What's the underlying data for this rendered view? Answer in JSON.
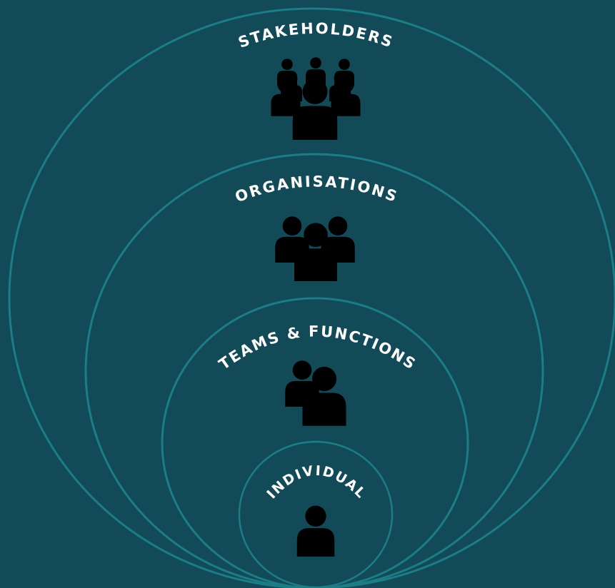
{
  "colors": {
    "background": "#134a58",
    "ring": "#1b7d86",
    "icon": "#22b6bf",
    "label": "#ffffff"
  },
  "levels": [
    {
      "label": "STAKEHOLDERS",
      "icon": "crowd-icon"
    },
    {
      "label": "ORGANISATIONS",
      "icon": "group-of-three-icon"
    },
    {
      "label": "TEAMS & FUNCTIONS",
      "icon": "pair-of-people-icon"
    },
    {
      "label": "INDIVIDUAL",
      "icon": "person-icon"
    }
  ]
}
